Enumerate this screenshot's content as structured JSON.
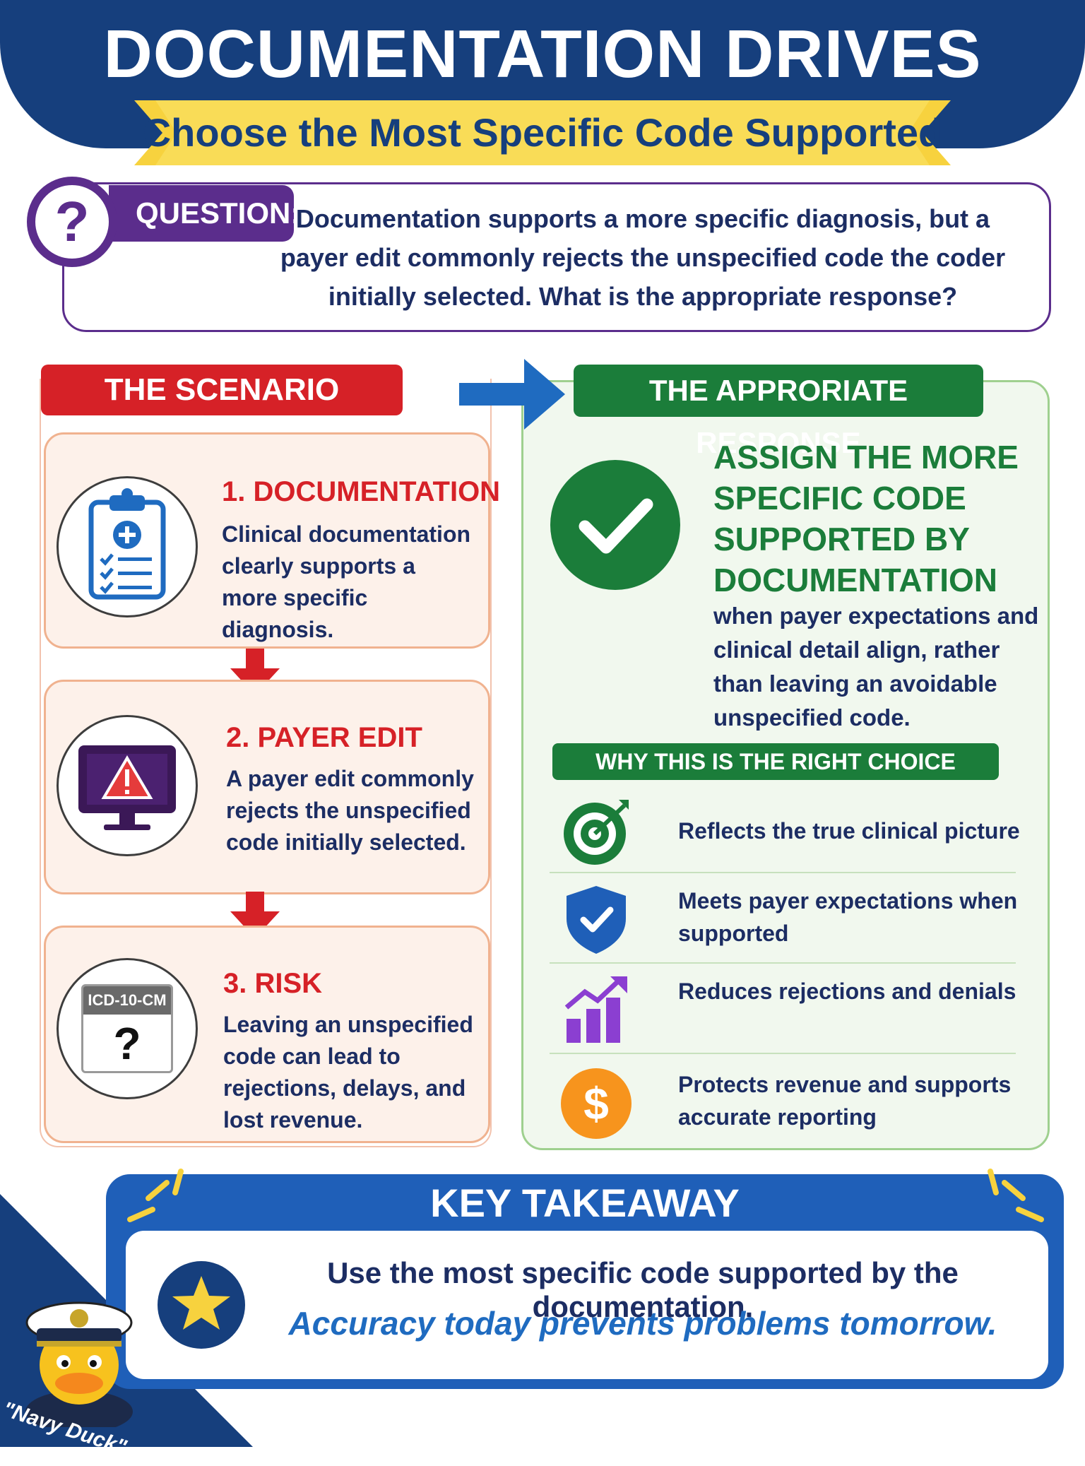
{
  "header": {
    "title": "DOCUMENTATION DRIVES ACCURACY",
    "subtitle": "Choose the Most Specific Code Supported"
  },
  "question": {
    "icon": "question-mark-icon",
    "label": "QUESTION:",
    "text": "Documentation supports a more specific diagnosis, but a payer edit commonly rejects the unspecified code the coder initially selected. What is the appropriate response?"
  },
  "scenario": {
    "header": "THE SCENARIO",
    "steps": [
      {
        "title": "1. DOCUMENTATION",
        "text": "Clinical documentation clearly supports a more specific diagnosis.",
        "icon": "clipboard-icon"
      },
      {
        "title": "2. PAYER EDIT",
        "text": "A payer edit commonly rejects the unspecified code initially selected.",
        "icon": "monitor-warning-icon"
      },
      {
        "title": "3. RISK",
        "text": "Leaving an unspecified code can lead to rejections, delays, and lost revenue.",
        "icon": "calendar-question-icon",
        "icon_label": "ICD-10-CM",
        "icon_symbol": "?"
      }
    ]
  },
  "response": {
    "header": "THE APPRORIATE RESPONSE",
    "headline": "ASSIGN THE MORE SPECIFIC CODE SUPPORTED BY DOCUMENTATION",
    "body": "when payer expectations and clinical detail align, rather than leaving an avoidable unspecified code.",
    "why_header": "WHY THIS IS THE RIGHT CHOICE",
    "reasons": [
      {
        "text": "Reflects the true clinical picture",
        "icon": "target-icon"
      },
      {
        "text": "Meets payer expectations when supported",
        "icon": "shield-check-icon"
      },
      {
        "text": "Reduces rejections and denials",
        "icon": "growth-chart-icon"
      },
      {
        "text": "Protects revenue and supports accurate reporting",
        "icon": "dollar-coin-icon",
        "icon_symbol": "$"
      }
    ]
  },
  "takeaway": {
    "title": "KEY TAKEAWAY",
    "line1": "Use the most specific code supported by the documentation.",
    "line2": "Accuracy today prevents problems tomorrow.",
    "icon": "star-icon"
  },
  "mascot": {
    "label": "\"Navy Duck\"",
    "icon": "navy-duck-mascot-icon"
  },
  "colors": {
    "navy": "#163f7d",
    "yellow": "#f7d23e",
    "purple": "#5b2d8c",
    "red": "#d62127",
    "green": "#1b7d3a",
    "blue": "#1f5fb8",
    "orange": "#f7941d",
    "violet": "#8b3fd1"
  }
}
